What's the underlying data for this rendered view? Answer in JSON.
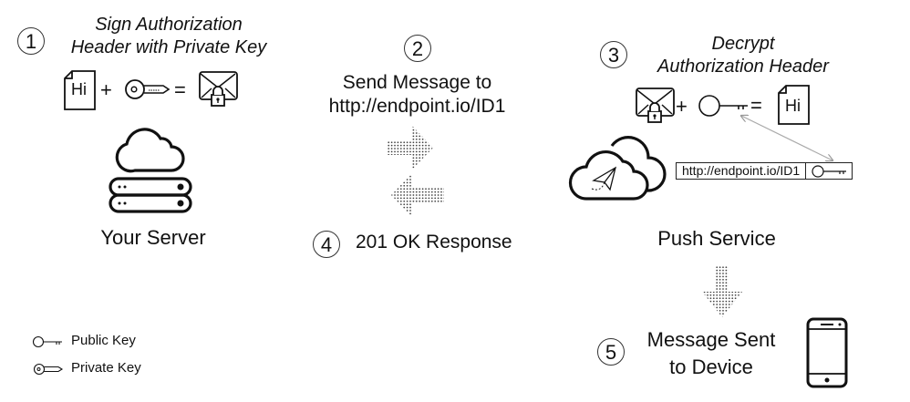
{
  "steps": [
    {
      "number": "1",
      "title_lines": [
        "Sign Authorization",
        "Header with Private Key"
      ]
    },
    {
      "number": "2",
      "title_lines": [
        "Send Message to",
        "http://endpoint.io/ID1"
      ]
    },
    {
      "number": "3",
      "title_lines": [
        "Decrypt",
        "Authorization Header"
      ]
    },
    {
      "number": "4",
      "title": "201 OK Response"
    },
    {
      "number": "5",
      "title_lines": [
        "Message Sent",
        "to Device"
      ]
    }
  ],
  "equation1": {
    "doc_text": "Hi",
    "plus": "+",
    "equals": "="
  },
  "equation3": {
    "doc_text": "Hi",
    "plus": "+",
    "equals": "="
  },
  "server_label": "Your Server",
  "push_service_label": "Push Service",
  "endpoint_box": {
    "url": "http://endpoint.io/ID1"
  },
  "legend": [
    {
      "icon": "public-key-icon",
      "label": "Public Key"
    },
    {
      "icon": "private-key-icon",
      "label": "Private Key"
    }
  ]
}
